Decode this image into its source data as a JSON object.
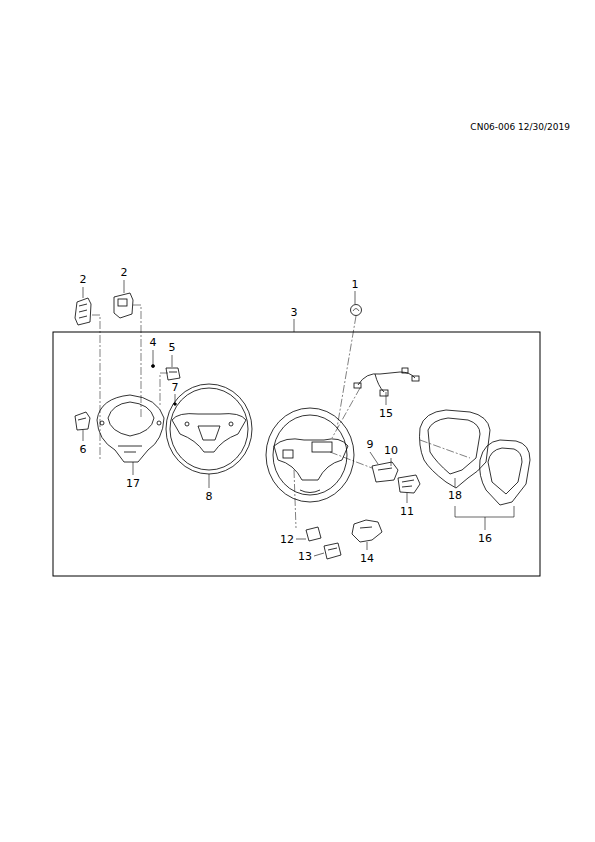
{
  "diagram": {
    "labels": [
      "CN06-006 12/30/2019",
      "2",
      "2",
      "1",
      "3",
      "4",
      "5",
      "7",
      "15",
      "9",
      "10",
      "6",
      "17",
      "8",
      "18",
      "11",
      "12",
      "16",
      "13",
      "14"
    ]
  }
}
